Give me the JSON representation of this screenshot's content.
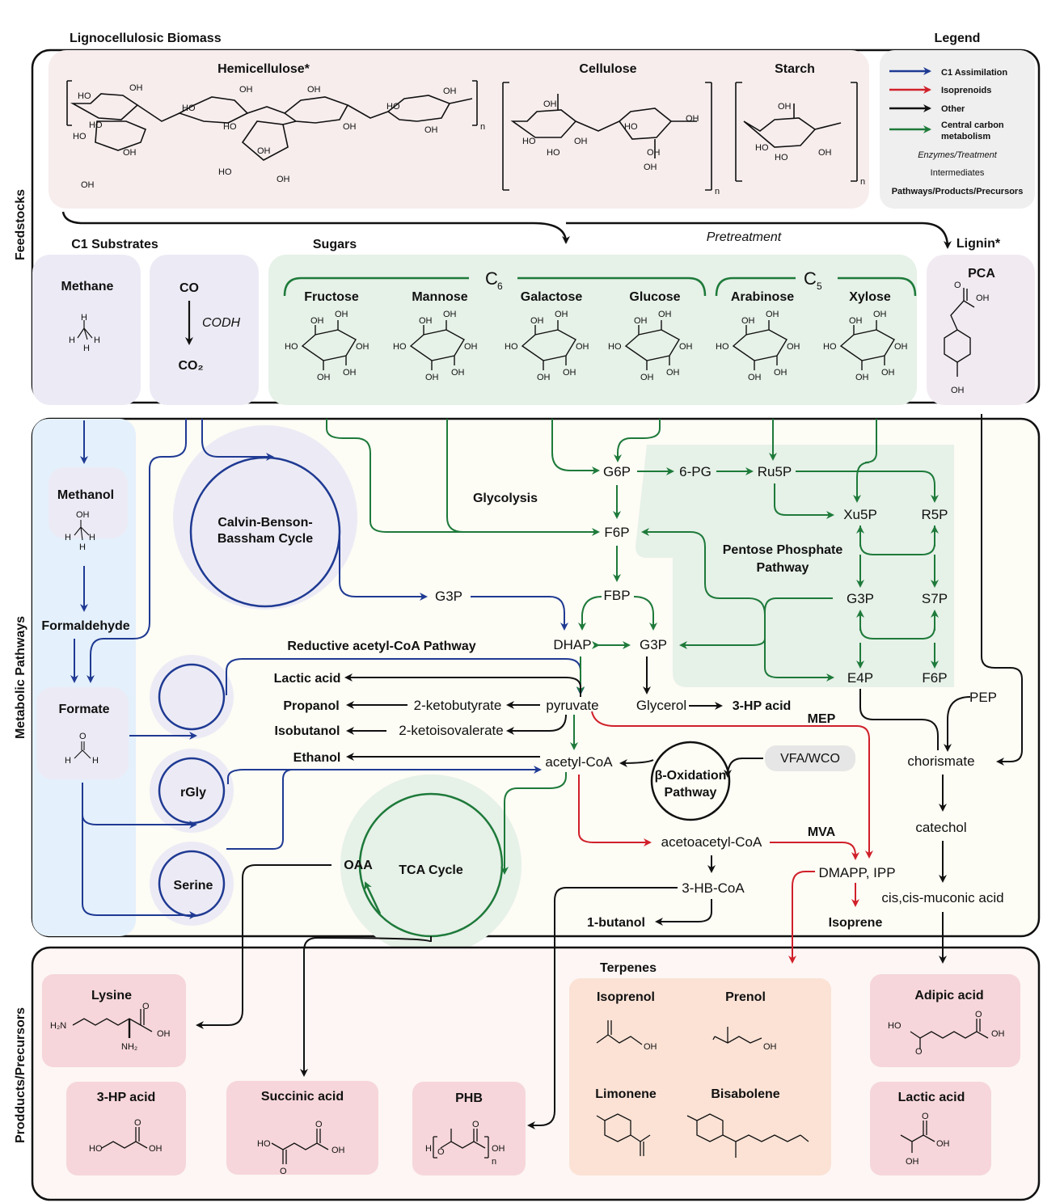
{
  "sections": {
    "feedstocks": "Feedstocks",
    "metabolic": "Metabolic Pathways",
    "products": "Prodducts/Precursors"
  },
  "biomass": {
    "title": "Lignocellulosic Biomass",
    "hemicellulose": "Hemicellulose*",
    "cellulose": "Cellulose",
    "starch": "Starch"
  },
  "legend": {
    "title": "Legend",
    "items": [
      {
        "label": "C1 Assimilation",
        "color": "#1f3a93"
      },
      {
        "label": "Isoprenoids",
        "color": "#d0202a"
      },
      {
        "label": "Other",
        "color": "#111111"
      },
      {
        "label": "Central carbon metabolism",
        "color": "#1e7a3a"
      }
    ],
    "enzymes": "Enzymes/Treatment",
    "intermediates": "Intermediates",
    "pathways": "Pathways/Products/Precursors"
  },
  "pretreatment": "Pretreatment",
  "lignin": "Lignin*",
  "pca": "PCA",
  "c1": {
    "title": "C1 Substrates",
    "methane": "Methane",
    "co": "CO",
    "codh": "CODH",
    "co2": "CO₂"
  },
  "sugars": {
    "title": "Sugars",
    "c6": "C",
    "c6sub": "6",
    "c5": "C",
    "c5sub": "5",
    "items": [
      "Fructose",
      "Mannose",
      "Galactose",
      "Glucose",
      "Arabinose",
      "Xylose"
    ]
  },
  "metabolic": {
    "methanol": "Methanol",
    "formaldehyde": "Formaldehyde",
    "formate": "Formate",
    "cbb": "Calvin-Benson-Bassham Cycle",
    "rgly": "rGly",
    "serine": "Serine",
    "glycolysis": "Glycolysis",
    "g6p": "G6P",
    "pg6": "6-PG",
    "ru5p": "Ru5P",
    "xu5p": "Xu5P",
    "r5p": "R5P",
    "f6p": "F6P",
    "ppp": "Pentose Phosphate Pathway",
    "g3p_ppp": "G3P",
    "s7p": "S7P",
    "e4p": "E4P",
    "f6p2": "F6P",
    "fbp": "FBP",
    "g3p_cbb": "G3P",
    "dhap": "DHAP",
    "g3p": "G3P",
    "racp": "Reductive acetyl-CoA Pathway",
    "lactic": "Lactic acid",
    "propanol": "Propanol",
    "ketobutyrate": "2-ketobutyrate",
    "isobutanol": "Isobutanol",
    "ketoisovalerate": "2-ketoisovalerate",
    "ethanol": "Ethanol",
    "pyruvate": "pyruvate",
    "glycerol": "Glycerol",
    "hp3": "3-HP acid",
    "mep": "MEP",
    "acetylcoa": "acetyl-CoA",
    "boxid": "β-Oxidation Pathway",
    "vfa": "VFA/WCO",
    "tca": "TCA Cycle",
    "oaa": "OAA",
    "acetoacetyl": "acetoacetyl-CoA",
    "mva": "MVA",
    "dmapp": "DMAPP, IPP",
    "hbcoa": "3-HB-CoA",
    "butanol": "1-butanol",
    "isoprene": "Isoprene",
    "pep": "PEP",
    "chorismate": "chorismate",
    "catechol": "catechol",
    "muconic": "cis,cis-muconic acid"
  },
  "products": {
    "lysine": "Lysine",
    "hp3": "3-HP acid",
    "succinic": "Succinic acid",
    "phb": "PHB",
    "terpenes": "Terpenes",
    "isoprenol": "Isoprenol",
    "prenol": "Prenol",
    "limonene": "Limonene",
    "bisabolene": "Bisabolene",
    "adipic": "Adipic acid",
    "lacticacid": "Lactic acid"
  },
  "chem": {
    "oh": "OH",
    "ho": "HO",
    "h": "H",
    "o": "O",
    "n": "n",
    "nh2": "NH₂",
    "h2n": "H₂N"
  }
}
